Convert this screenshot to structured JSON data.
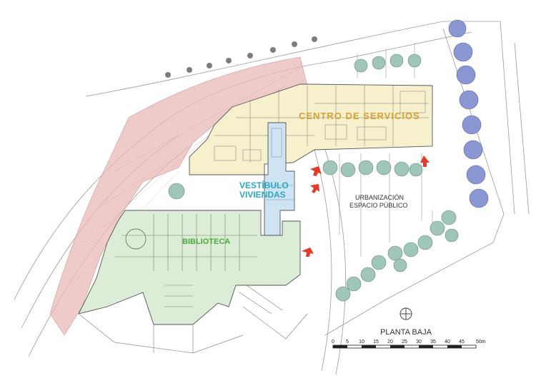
{
  "labels": {
    "centro_servicios": "CENTRO DE SERVICIOS",
    "vestibulo_line1": "VESTÍBULO",
    "vestibulo_line2": "VIVIENDAS",
    "biblioteca": "BIBLIOTECA",
    "urbanizacion_line1": "URBANIZACIÓN",
    "urbanizacion_line2": "ESPACIO PÚBLICO",
    "plan_title": "PLANTA BAJA"
  },
  "scale_bar": {
    "ticks": [
      "0",
      "5",
      "10",
      "15",
      "20",
      "25",
      "30",
      "35",
      "40",
      "45",
      "50m"
    ]
  },
  "colors": {
    "centro_servicios": "#d6a234",
    "vestibulo": "#2aa7c2",
    "biblioteca": "#4caa3c",
    "centro_fill": "#f6f0cd",
    "vestibulo_fill": "#cfe4f2",
    "biblioteca_fill": "#dcecd6",
    "hillside_fill": "#e8b8b6",
    "arrows": "#e53a2a",
    "tree_green": "#9fc6b8",
    "tree_blue": "#8a97d2"
  },
  "icons": {
    "arrows": "red-entrance-arrow-icon",
    "north": "north-arrow-icon",
    "trees": "tree-icon"
  }
}
